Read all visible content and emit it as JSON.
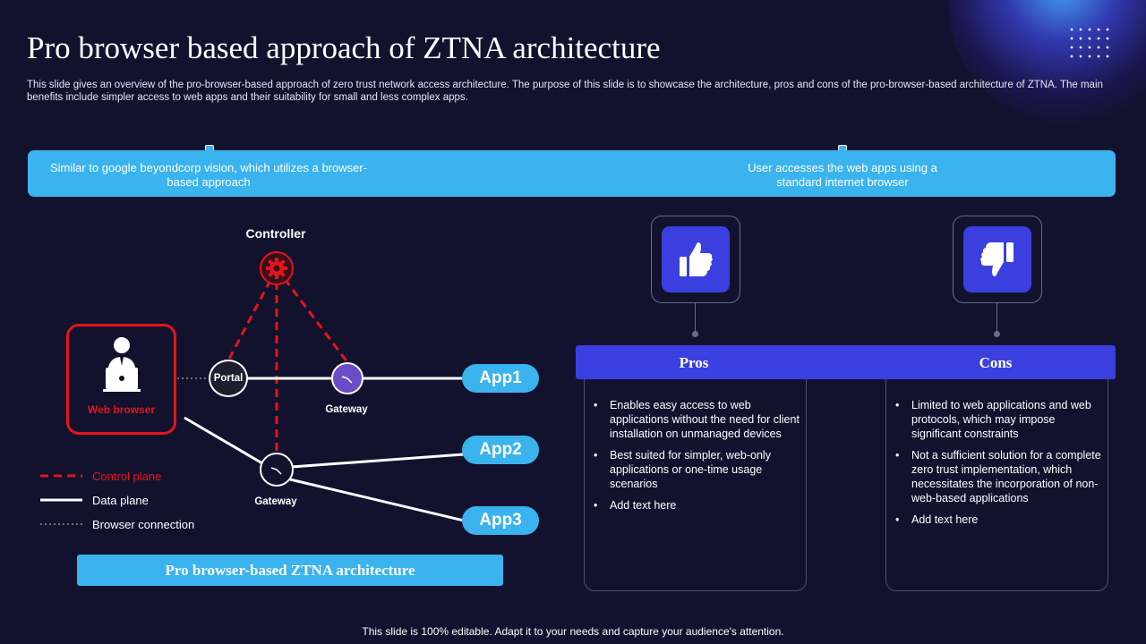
{
  "header": {
    "title": "Pro browser based approach of ZTNA architecture",
    "subtitle": "This slide gives an overview of the pro-browser-based approach of zero trust network access architecture. The purpose of this slide is to showcase the architecture, pros and cons of the pro-browser-based architecture of ZTNA. The main benefits include simpler access to web apps and their suitability for small and less complex apps."
  },
  "banner": {
    "left_text": "Similar to google beyondcorp vision, which utilizes a browser-based approach",
    "right_text": "User accesses the web apps using a standard internet browser"
  },
  "diagram": {
    "controller_label": "Controller",
    "web_browser_label": "Web browser",
    "portal_label": "Portal",
    "gateway_top_label": "Gateway",
    "gateway_bottom_label": "Gateway",
    "apps": [
      "App1",
      "App2",
      "App3"
    ],
    "legend": [
      "Control plane",
      "Data plane",
      "Browser connection"
    ],
    "caption": "Pro browser-based ZTNA architecture",
    "colors": {
      "control": "#e4141c",
      "data": "#ffffff",
      "accent": "#3ab3ee",
      "gateway_fill": "#6b4bc8"
    }
  },
  "pros": {
    "title": "Pros",
    "icon": "thumbs-up-icon",
    "items": [
      "Enables easy access to web applications without the need for client installation on unmanaged devices",
      "Best suited for simpler, web-only applications or one-time usage scenarios",
      "Add text here"
    ]
  },
  "cons": {
    "title": "Cons",
    "icon": "thumbs-down-icon",
    "items": [
      "Limited to web applications and web protocols, which may impose significant constraints",
      "Not a sufficient solution for a complete zero trust implementation, which necessitates the incorporation of non-web-based applications",
      "Add text here"
    ]
  },
  "footer": "This slide is 100% editable. Adapt it to your needs and capture your audience's attention."
}
